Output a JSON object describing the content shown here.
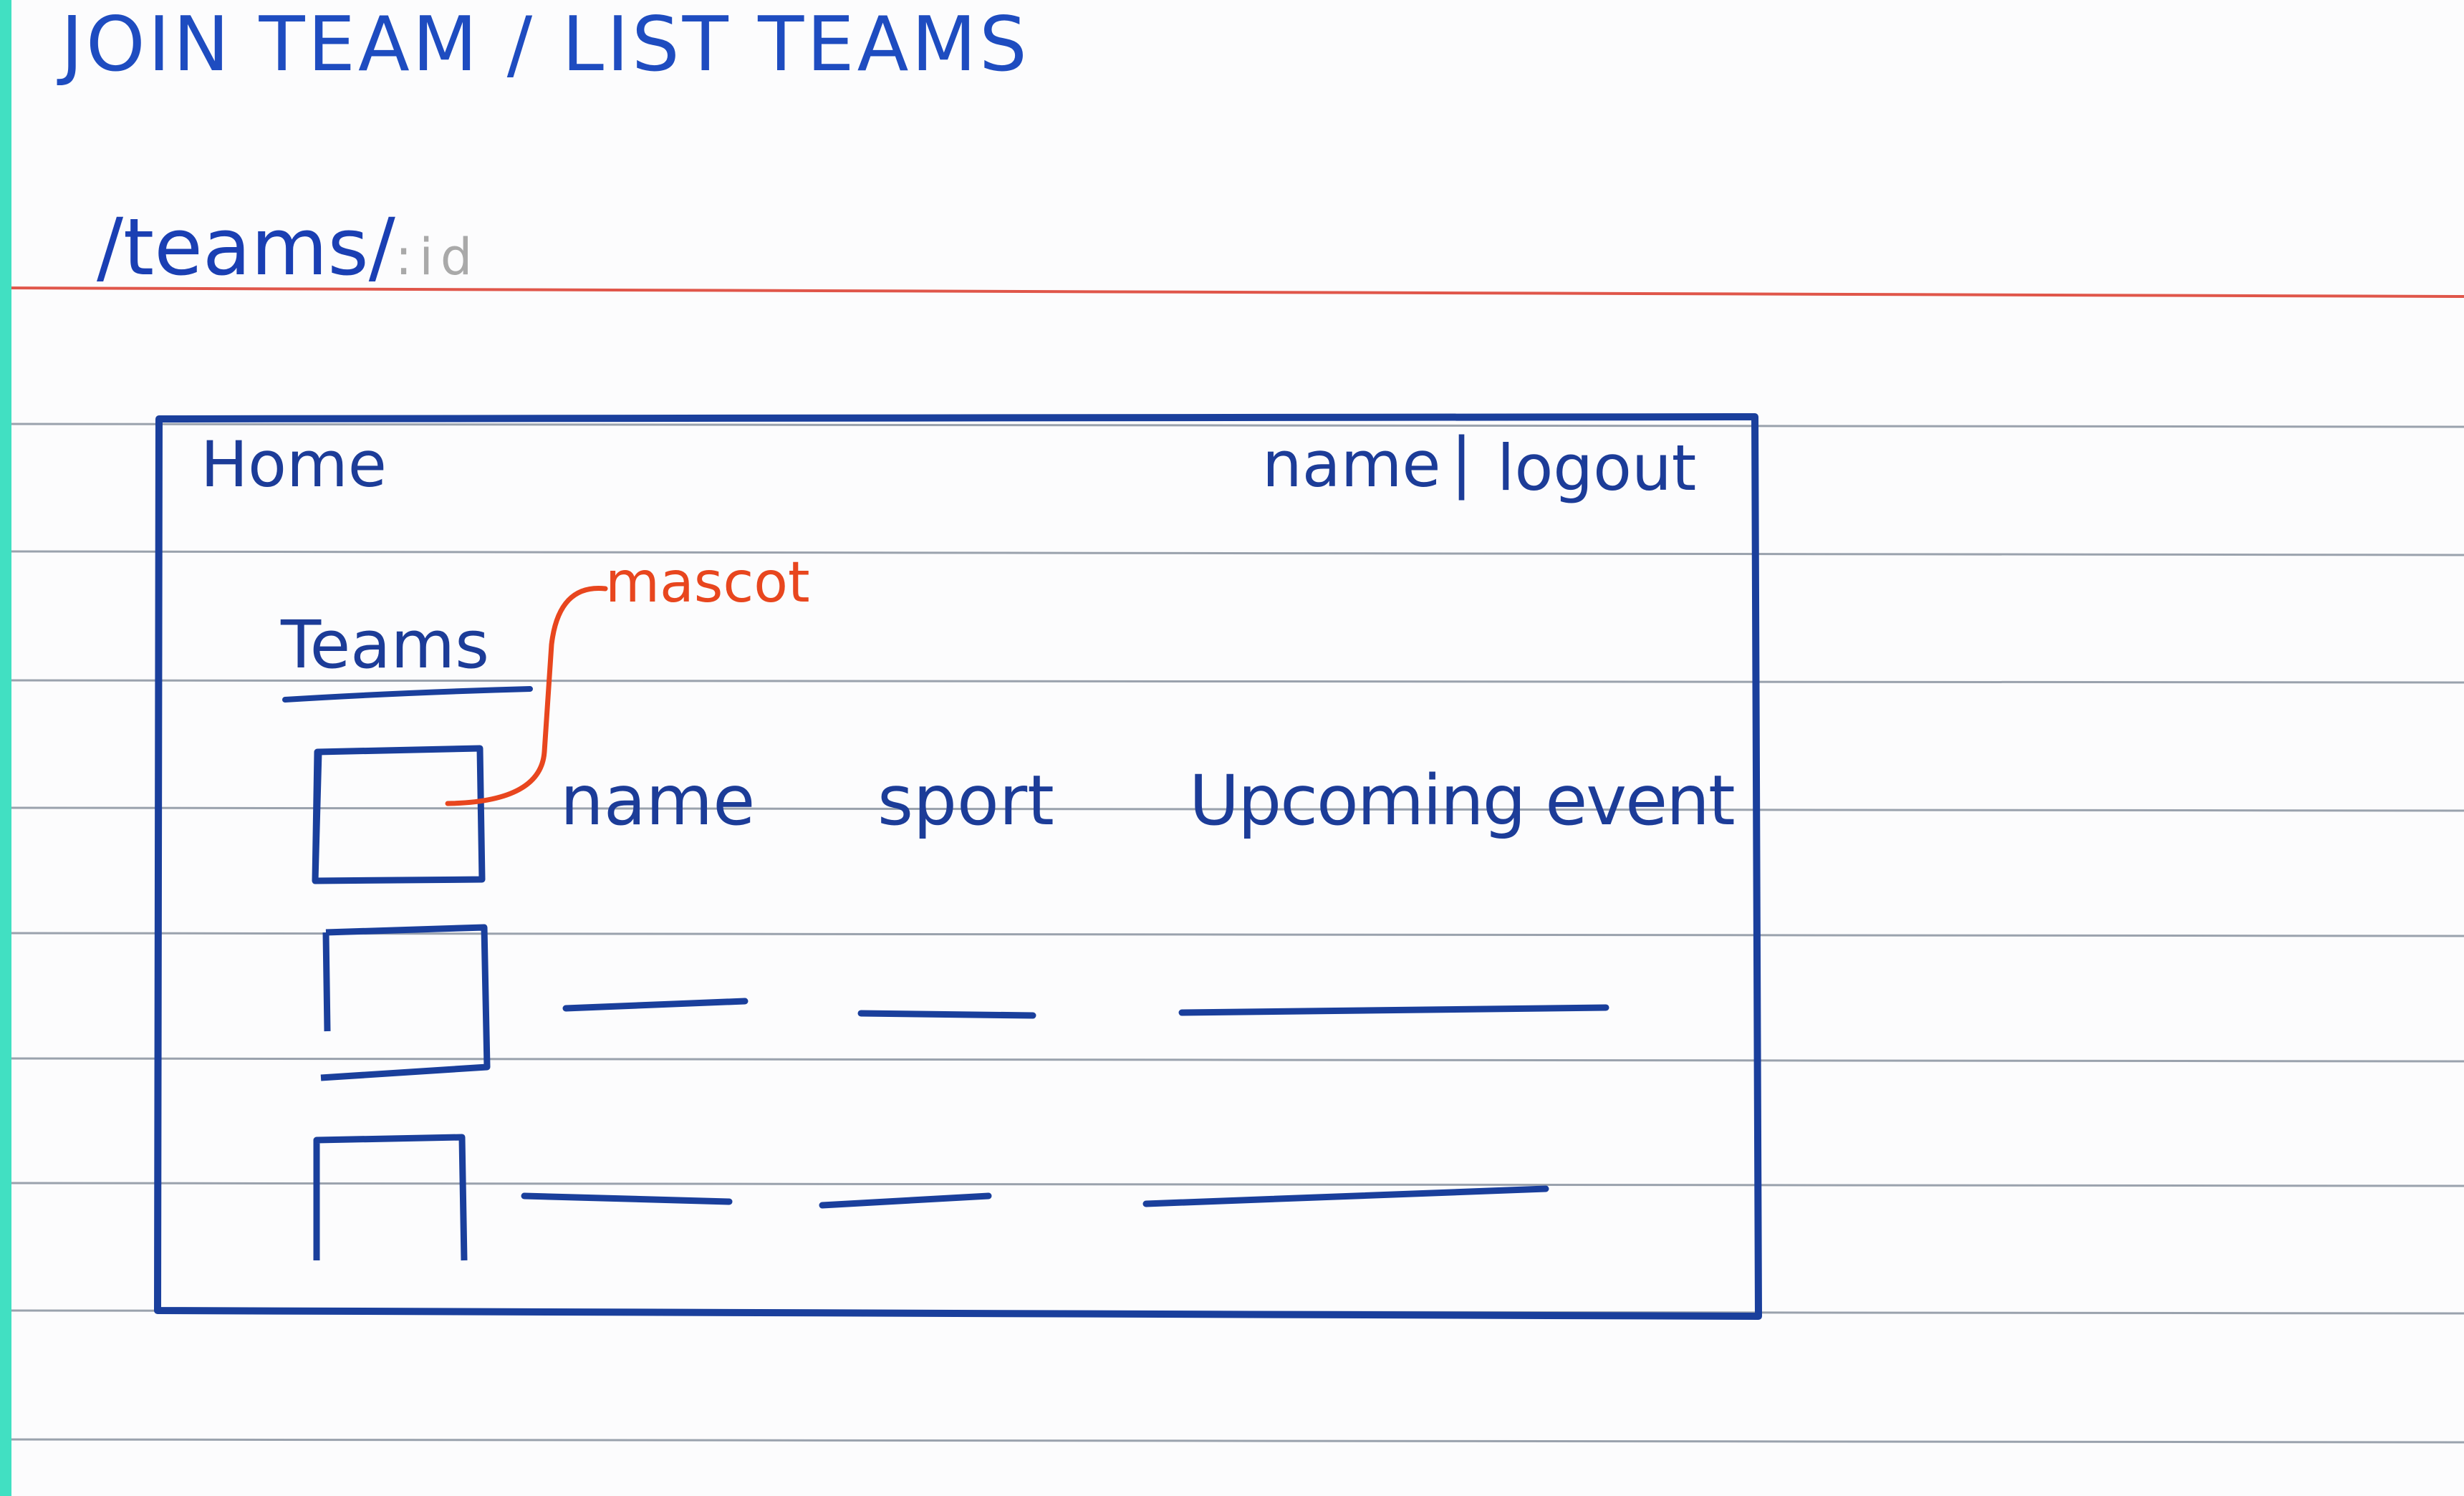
{
  "header": {
    "title": "JOIN TEAM / LIST TEAMS",
    "route": "/teams/",
    "route_param": ":id"
  },
  "mockup": {
    "nav": {
      "home_label": "Home",
      "user_label": "name",
      "separator": "|",
      "logout_label": "logout"
    },
    "section_heading": "Teams",
    "columns": [
      "name",
      "sport",
      "Upcoming event"
    ],
    "annotation": "mascot",
    "colors": {
      "ink": "#1a3f9c",
      "annotation": "#e8461e",
      "ruled_line": "#9aa2ad",
      "margin_line": "#e0564a",
      "paper": "#fcfcfd"
    }
  }
}
